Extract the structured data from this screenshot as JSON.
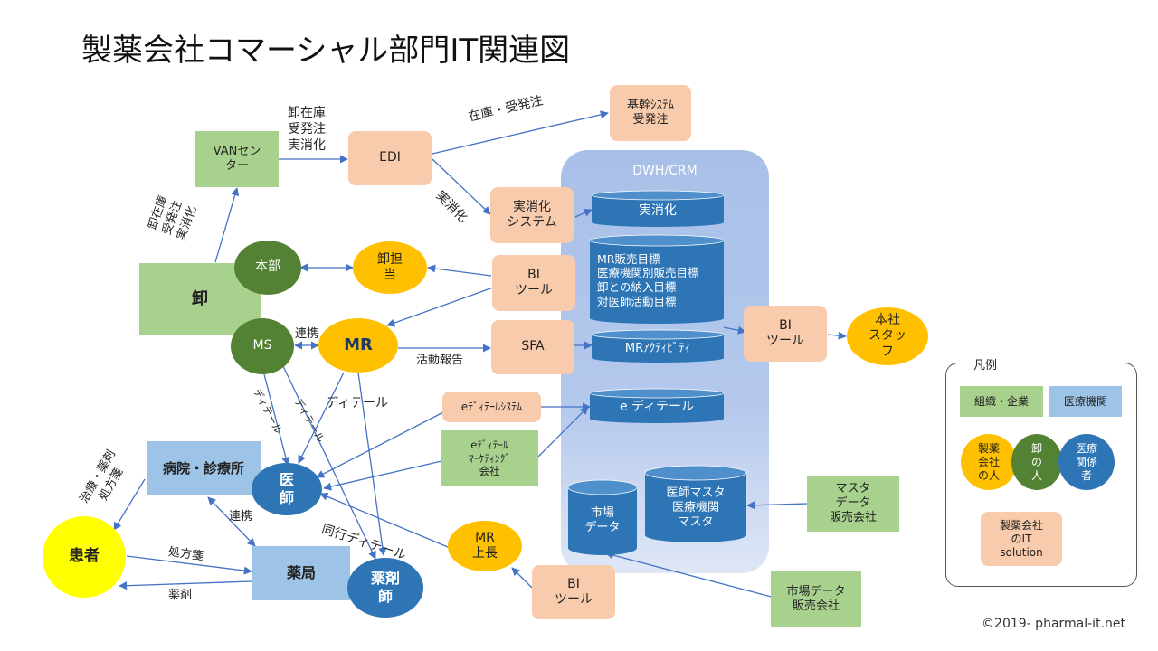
{
  "title": "製薬会社コマーシャル部門IT関連図",
  "copyright": "©2019- pharmal-it.net",
  "colors": {
    "org": "#a9d18e",
    "medical": "#9dc3e6",
    "it": "#f8cbad",
    "pharma_person": "#ffc000",
    "wholesaler_person": "#548235",
    "medical_person": "#2e75b6",
    "patient": "#ffff00",
    "arrow": "#4472c4"
  },
  "nodes": {
    "van": "VANセン\nター",
    "edi": "EDI",
    "kikan": "基幹ｼｽﾃﾑ\n受発注",
    "jisshouka_sys": "実消化\nシステム",
    "oroshi": "卸",
    "honbu": "本部\n",
    "oroshi_tantou": "卸担\n当",
    "bi1": "BI\nツール",
    "ms": "MS",
    "mr": "MR",
    "sfa": "SFA",
    "bi_hq": "BI\nツール",
    "honsha_staff": "本社\nスタッ\nフ",
    "edetail_sys": "eﾃﾞｨﾃｰﾙｼｽﾃﾑ",
    "edetail_mkt": "eﾃﾞｨﾃｰﾙ\nﾏｰｹﾃｨﾝｸﾞ\n会社",
    "hospital": "病院・診療所",
    "doctor": "医\n師",
    "patient": "患者",
    "pharmacy": "薬局",
    "pharmacist": "薬剤\n師",
    "mr_boss": "MR\n上長",
    "bi_bottom": "BI\nツール",
    "master_vendor": "マスタ\nデータ\n販売会社",
    "market_vendor": "市場データ\n販売会社"
  },
  "dwh": {
    "label": "DWH/CRM",
    "db_jisshouka": "実消化",
    "db_targets": "MR販売目標\n医療機関別販売目標\n卸との納入目標\n対医師活動目標",
    "db_activity": "MRｱｸﾃｨﾋﾞﾃｨ",
    "db_edetail": "e ディテール",
    "db_market": "市場\nデータ",
    "db_master": "医師マスタ\n医療機関\nマスタ"
  },
  "edge_labels": {
    "van_to_edi": "卸在庫\n受発注\n実消化",
    "edi_to_kikan": "在庫・受発注",
    "edi_to_jisshouka": "実消化",
    "oroshi_to_van": "卸在庫\n受発注\n実消化",
    "ms_mr": "連携",
    "mr_sfa": "活動報告",
    "mr_doctor": "ディテール",
    "ms_doctor": "ディテール",
    "ms_pharmacist": "ディテール",
    "hospital_patient": "治療・薬剤\n処方箋",
    "hospital_pharmacy": "連携",
    "patient_pharmacy": "処方箋",
    "pharmacy_patient": "薬剤",
    "boss_doctor": "同行ディテール"
  },
  "legend": {
    "title": "凡例",
    "org": "組織・企業",
    "medical": "医療機関",
    "pharma_person": "製薬\n会社\nの人",
    "wholesaler_person": "卸\nの\n人",
    "medical_person": "医療\n関係\n者",
    "it": "製薬会社\nのIT\nsolution"
  }
}
